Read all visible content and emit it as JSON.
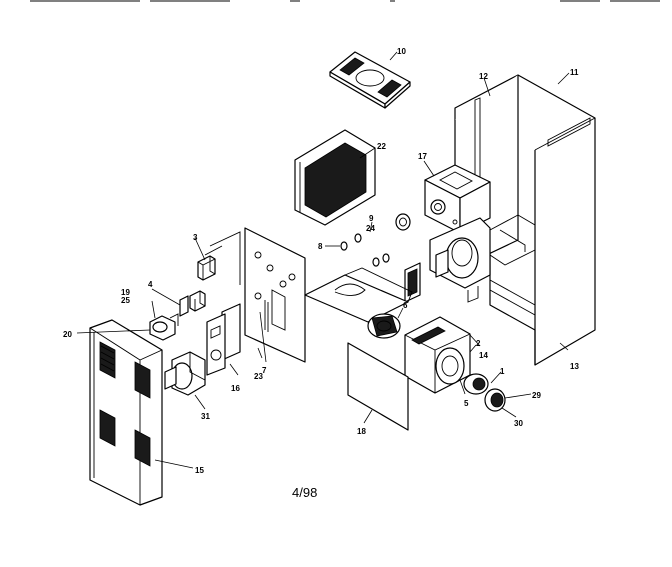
{
  "diagram": {
    "date_code": "4/98",
    "callouts": [
      {
        "id": "c10",
        "text": "10"
      },
      {
        "id": "c12",
        "text": "12"
      },
      {
        "id": "c11",
        "text": "11"
      },
      {
        "id": "c22",
        "text": "22"
      },
      {
        "id": "c17",
        "text": "17"
      },
      {
        "id": "c3",
        "text": "3"
      },
      {
        "id": "c9",
        "text": "9"
      },
      {
        "id": "c24",
        "text": "24"
      },
      {
        "id": "c8",
        "text": "8"
      },
      {
        "id": "c4",
        "text": "4"
      },
      {
        "id": "c19",
        "text": "19"
      },
      {
        "id": "c25",
        "text": "25"
      },
      {
        "id": "c20",
        "text": "20"
      },
      {
        "id": "c6",
        "text": "6"
      },
      {
        "id": "c2",
        "text": "2"
      },
      {
        "id": "c14",
        "text": "14"
      },
      {
        "id": "c13",
        "text": "13"
      },
      {
        "id": "c7",
        "text": "7"
      },
      {
        "id": "c23",
        "text": "23"
      },
      {
        "id": "c16",
        "text": "16"
      },
      {
        "id": "c1",
        "text": "1"
      },
      {
        "id": "c29",
        "text": "29"
      },
      {
        "id": "c5",
        "text": "5"
      },
      {
        "id": "c30",
        "text": "30"
      },
      {
        "id": "c18",
        "text": "18"
      },
      {
        "id": "c31",
        "text": "31"
      },
      {
        "id": "c15",
        "text": "15"
      }
    ]
  }
}
